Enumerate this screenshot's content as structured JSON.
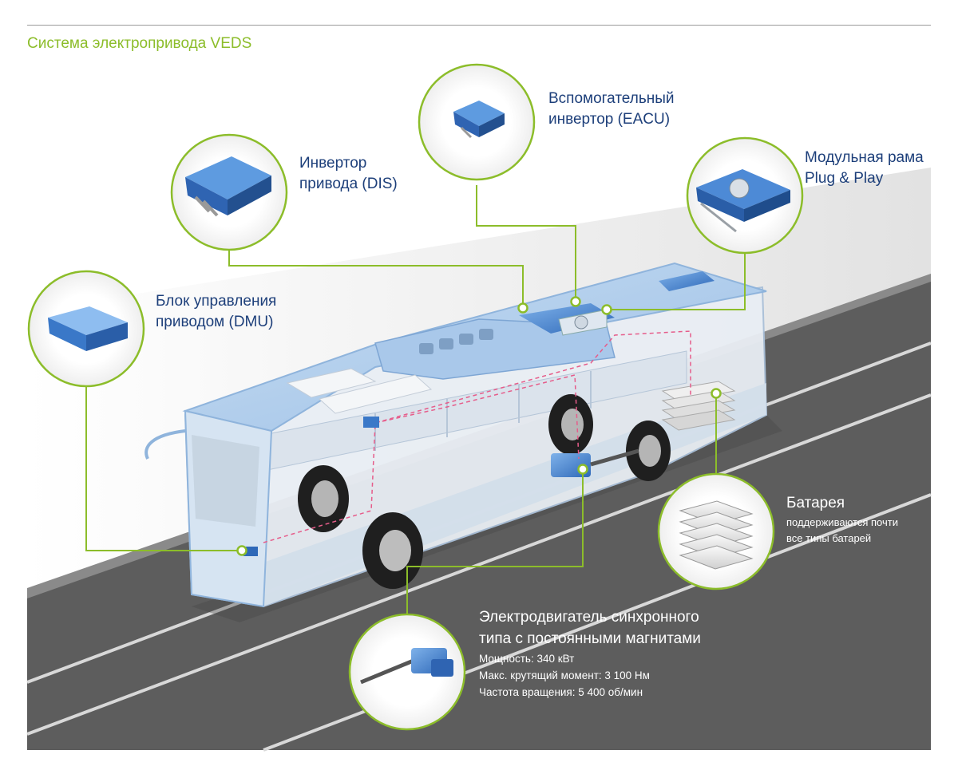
{
  "title": "Система электропривода VEDS",
  "components": {
    "dis": {
      "line1": "Инвертор",
      "line2": "привода (DIS)"
    },
    "eacu": {
      "line1": "Вспомогательный",
      "line2": "инвертор (EACU)"
    },
    "frame": {
      "line1": "Модульная рама",
      "line2": "Plug & Play"
    },
    "dmu": {
      "line1": "Блок управления",
      "line2": "приводом (DMU)"
    },
    "battery": {
      "title": "Батарея",
      "line1": "поддерживаются почти",
      "line2": "все типы батарей"
    },
    "motor": {
      "line1": "Электродвигатель синхронного",
      "line2": "типа с постоянными магнитами",
      "specs": [
        "Мощность: 340 кВт",
        "Макс. крутящий момент: 3 100 Нм",
        "Частота вращения: 5 400 об/мин"
      ]
    }
  },
  "colors": {
    "accent": "#8cbd2a",
    "label": "#1d3f7a",
    "road": "#5f5f5f",
    "component": "#3a78c8"
  },
  "icons": [
    "bus-illustration",
    "inverter-icon",
    "auxiliary-inverter-icon",
    "modular-frame-icon",
    "control-unit-icon",
    "battery-icon",
    "motor-icon"
  ]
}
